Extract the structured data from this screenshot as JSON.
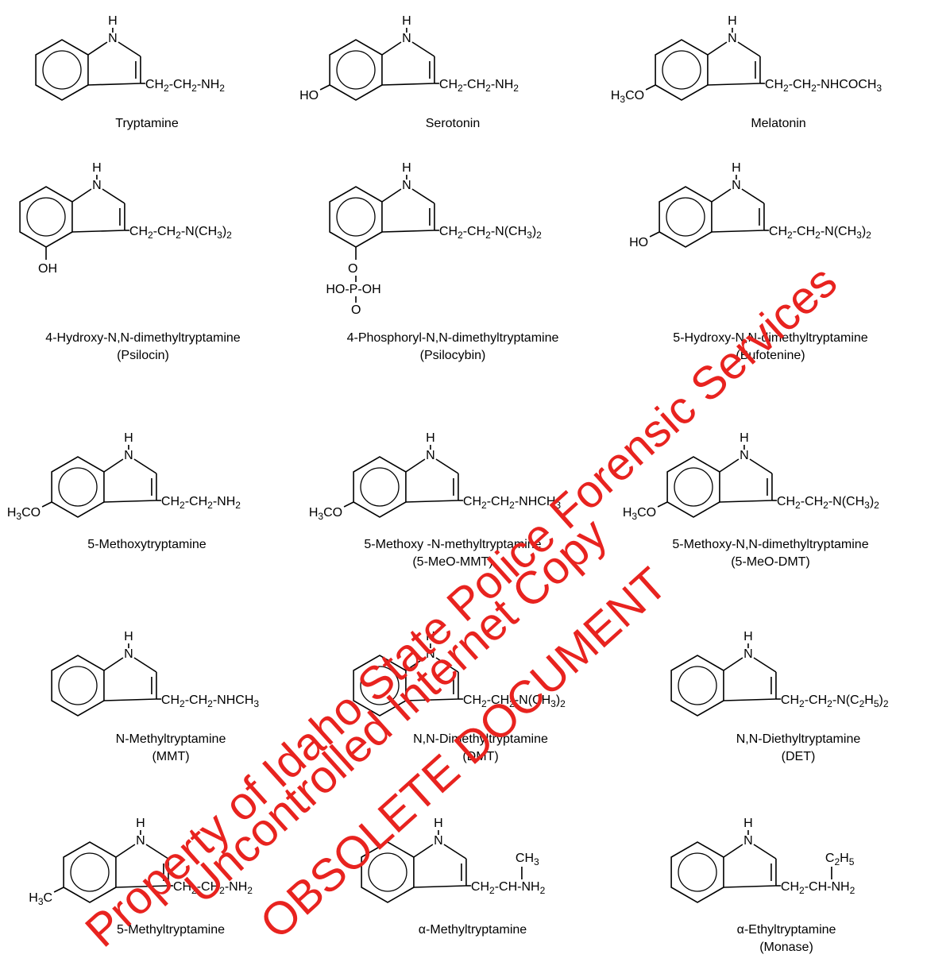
{
  "compounds": [
    {
      "id": "tryptamine",
      "chain": "CH2-CH2-NH2",
      "name": "Tryptamine",
      "alias": "",
      "ring_sub": "",
      "sub_text": ""
    },
    {
      "id": "serotonin",
      "chain": "CH2-CH2-NH2",
      "name": "Serotonin",
      "alias": "",
      "ring_sub": "5",
      "sub_text": "HO"
    },
    {
      "id": "melatonin",
      "chain": "CH2-CH2-NHCOCH3",
      "name": "Melatonin",
      "alias": "",
      "ring_sub": "5",
      "sub_text": "H3CO"
    },
    {
      "id": "psilocin",
      "chain": "CH2-CH2-N(CH3)2",
      "name": "4-Hydroxy-N,N-dimethyltryptamine",
      "alias": "(Psilocin)",
      "ring_sub": "4",
      "sub_text": "OH"
    },
    {
      "id": "psilocybin",
      "chain": "CH2-CH2-N(CH3)2",
      "name": "4-Phosphoryl-N,N-dimethyltryptamine",
      "alias": "(Psilocybin)",
      "ring_sub": "4p",
      "sub_text": "O",
      "phos_text": "HO-P-OH",
      "phos_o": "O"
    },
    {
      "id": "bufotenine",
      "chain": "CH2-CH2-N(CH3)2",
      "name": "5-Hydroxy-N,N-dimethyltryptamine",
      "alias": "(Bufotenine)",
      "ring_sub": "5",
      "sub_text": "HO"
    },
    {
      "id": "5-methoxytryptamine",
      "chain": "CH2-CH2-NH2",
      "name": "5-Methoxytryptamine",
      "alias": "",
      "ring_sub": "5",
      "sub_text": "H3CO"
    },
    {
      "id": "5-meo-mmt",
      "chain": "CH2-CH2-NHCH3",
      "name": "5-Methoxy -N-methyltryptamine",
      "alias": "(5-MeO-MMT)",
      "ring_sub": "5",
      "sub_text": "H3CO"
    },
    {
      "id": "5-meo-dmt",
      "chain": "CH2-CH2-N(CH3)2",
      "name": "5-Methoxy-N,N-dimethyltryptamine",
      "alias": "(5-MeO-DMT)",
      "ring_sub": "5",
      "sub_text": "H3CO"
    },
    {
      "id": "mmt",
      "chain": "CH2-CH2-NHCH3",
      "name": "N-Methyltryptamine",
      "alias": "(MMT)",
      "ring_sub": "",
      "sub_text": ""
    },
    {
      "id": "dmt",
      "chain": "CH2-CH2-N(CH3)2",
      "name": "N,N-Dimethyltryptamine",
      "alias": "(DMT)",
      "ring_sub": "",
      "sub_text": ""
    },
    {
      "id": "det",
      "chain": "CH2-CH2-N(C2H5)2",
      "name": "N,N-Diethyltryptamine",
      "alias": "(DET)",
      "ring_sub": "",
      "sub_text": ""
    },
    {
      "id": "5-methyltryptamine",
      "chain": "CH2-CH2-NH2",
      "name": "5-Methyltryptamine",
      "alias": "",
      "ring_sub": "5",
      "sub_text": "H3C"
    },
    {
      "id": "a-methyltryptamine",
      "chain": "CH2-CH-NH2",
      "name": "α-Methyltryptamine",
      "alias": "",
      "ring_sub": "",
      "sub_text": "",
      "alpha": "CH3"
    },
    {
      "id": "a-ethyltryptamine",
      "chain": "CH2-CH-NH2",
      "name": "α-Ethyltryptamine",
      "alias": "(Monase)",
      "ring_sub": "",
      "sub_text": "",
      "alpha": "C2H5"
    }
  ],
  "watermark": {
    "line1": "Property of Idaho State Police Forensic Services",
    "line2": "Uncontrolled Internet Copy",
    "line3": "OBSOLETE DOCUMENT",
    "color": "#e8231f"
  }
}
